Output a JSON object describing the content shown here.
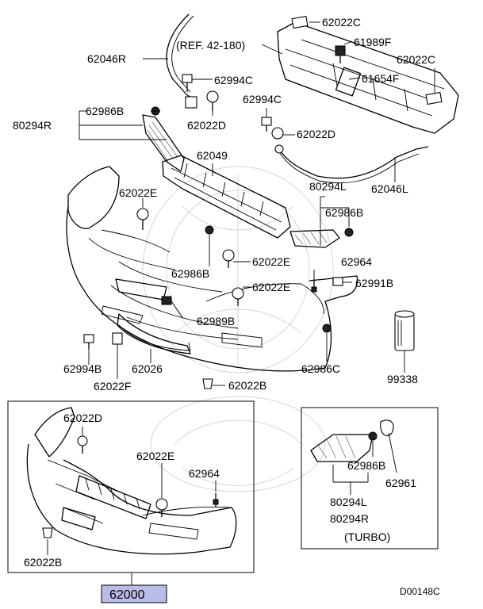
{
  "labels": {
    "ref_note": "(REF. 42-180)",
    "p62022C_top": "62022C",
    "p61989F": "61989F",
    "p62022C_right": "62022C",
    "p61654F": "61654F",
    "p62046R": "62046R",
    "p62994C_left": "62994C",
    "p62994C_right": "62994C",
    "p62986B_upper": "62986B",
    "p80294R": "80294R",
    "p62022D_upper": "62022D",
    "p62022D_right": "62022D",
    "p62049": "62049",
    "p62046L": "62046L",
    "p62022E_left": "62022E",
    "p80294L": "80294L",
    "p62986B_right": "62986B",
    "p62022E_mid": "62022E",
    "p62964_upper": "62964",
    "p62986B_mid": "62986B",
    "p62022E_lower": "62022E",
    "p62991B": "62991B",
    "p62989B": "62989B",
    "p62994B": "62994B",
    "p62026": "62026",
    "p62986C": "62986C",
    "p99338": "99338",
    "p62022F": "62022F",
    "p62022B_mid": "62022B",
    "inset_62022D": "62022D",
    "inset_62022E": "62022E",
    "inset_62964": "62964",
    "inset_62022B": "62022B",
    "turbo_62986B": "62986B",
    "turbo_62961": "62961",
    "turbo_80294L": "80294L",
    "turbo_80294R": "80294R",
    "turbo_note": "(TURBO)",
    "assembly_part": "62000",
    "drawing_code": "D00148C"
  },
  "colors": {
    "highlight": "#b8bce6",
    "line": "#000000",
    "watermark": "#d6d6d6"
  }
}
